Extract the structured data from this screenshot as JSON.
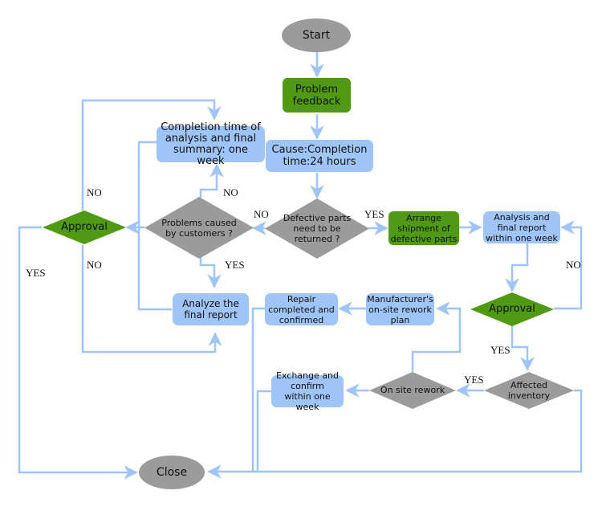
{
  "nodes": {
    "start": "Start",
    "problem_feedback": "Problem feedback",
    "cause": "Cause:Completion time:24 hours",
    "completion_time": "Completion time of analysis and final summary: one week",
    "defective_parts": "Defective parts need to be returned ?",
    "problems_customers": "Problems caused by customers ?",
    "approval_left": "Approval",
    "arrange_shipment": "Arrange shipment of defective parts",
    "analysis_report": "Analysis and final report within one week",
    "approval_right": "Approval",
    "analyze_final": "Analyze the final report",
    "repair_completed": "Repair completed and confirmed",
    "manufacturer_plan": "Manufacturer's on-site rework plan",
    "affected_inventory": "Affected inventory",
    "on_site_rework": "On site rework",
    "exchange_confirm": "Exchange and confirm within one week",
    "close": "Close"
  },
  "labels": {
    "no_problems_up": "NO",
    "no_defective_left": "NO",
    "yes_defective_right": "YES",
    "yes_problems_down": "YES",
    "no_approval_up": "NO",
    "no_approval_down": "NO",
    "yes_approval_left": "YES",
    "no_approval_right": "NO",
    "yes_approval_right": "YES",
    "yes_affected": "YES"
  },
  "colors": {
    "process": "#9fc4f7",
    "action": "#4f9a12",
    "decision": "#9b9b9b",
    "terminal": "#9b9b9b",
    "connector": "#9fc4f7"
  }
}
